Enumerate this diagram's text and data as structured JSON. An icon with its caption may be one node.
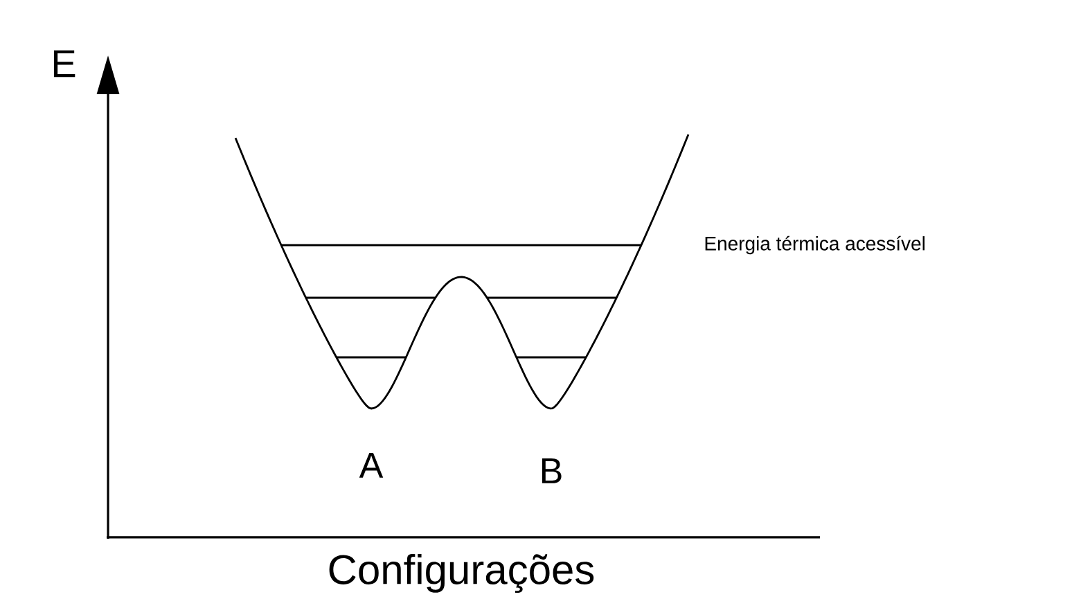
{
  "diagram": {
    "labels": [
      "E",
      "Energia térmica acessível",
      "A",
      "B",
      "Configurações"
    ]
  }
}
